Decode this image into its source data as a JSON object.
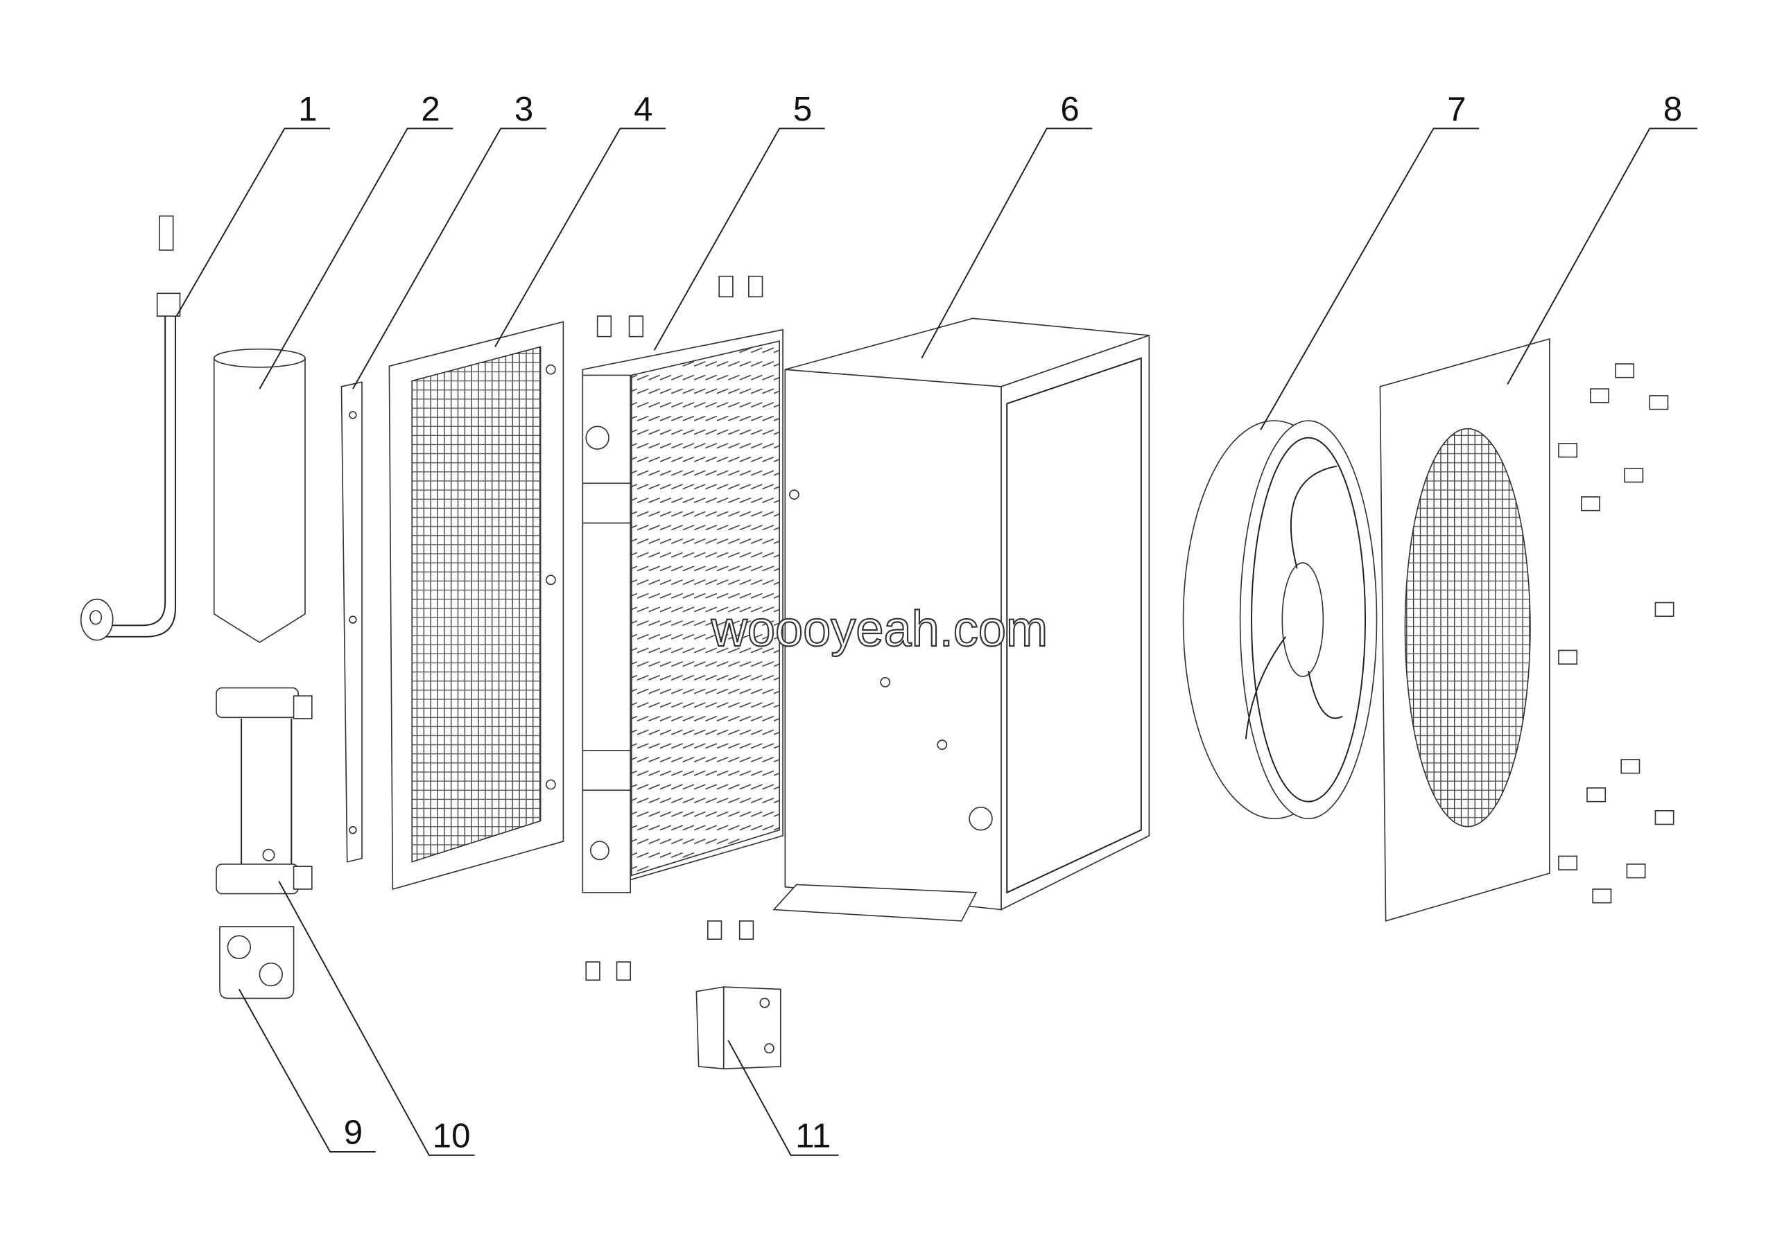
{
  "diagram": {
    "title": "Exploded parts view",
    "callouts": [
      {
        "id": "1"
      },
      {
        "id": "2"
      },
      {
        "id": "3"
      },
      {
        "id": "4"
      },
      {
        "id": "5"
      },
      {
        "id": "6"
      },
      {
        "id": "7"
      },
      {
        "id": "8"
      },
      {
        "id": "9"
      },
      {
        "id": "10"
      },
      {
        "id": "11"
      }
    ],
    "watermark": "woooyeah.com",
    "line_color": "#222222",
    "background": "#ffffff"
  }
}
